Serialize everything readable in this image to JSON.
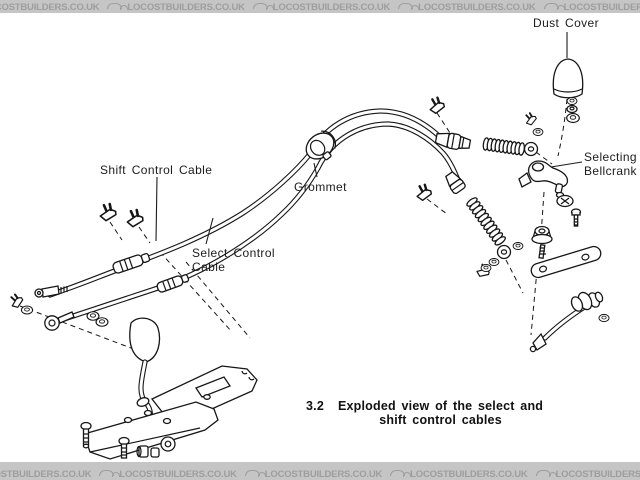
{
  "watermark": {
    "text": "LOCOSTBUILDERS.CO.UK",
    "top_tiles": 8,
    "bottom_tiles": 8,
    "bg_color": "#c5c5c5",
    "text_color": "#9e9e9e"
  },
  "labels": {
    "dust_cover": "Dust Cover",
    "selecting_bellcrank": "Selecting\nBellcrank",
    "shift_control_cable": "Shift Control Cable",
    "select_control_cable": "Select Control\nCable",
    "grommet": "Grommet"
  },
  "caption": {
    "number": "3.2",
    "line1": "Exploded view of the select and",
    "line2": "shift control cables"
  },
  "colors": {
    "ink": "#1a1a1a",
    "paper": "#ffffff"
  }
}
